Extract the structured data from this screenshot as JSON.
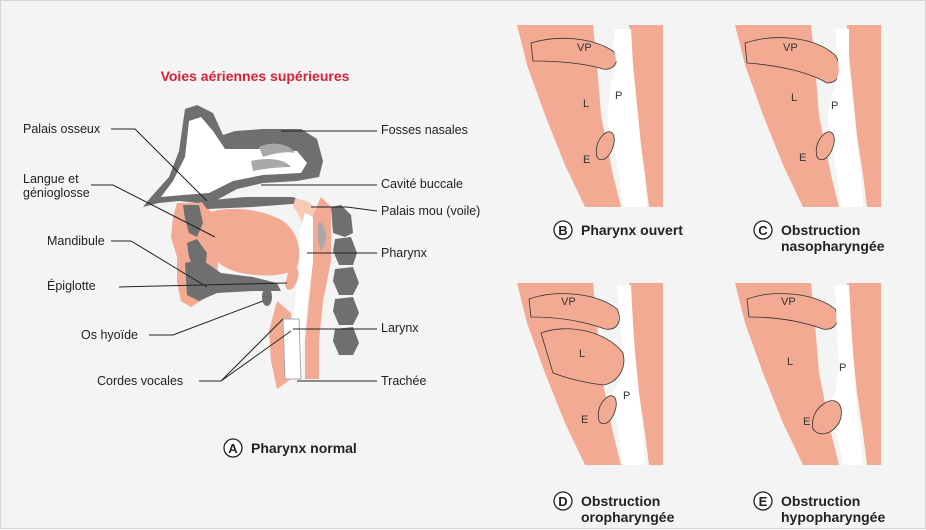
{
  "colors": {
    "tissue": "#f2aa93",
    "tissue_light": "#f7c9b7",
    "bone": "#6f6f6f",
    "bone_light": "#a9a9a9",
    "airway": "#ffffff",
    "title": "#d2233a",
    "background": "#f4f4f4"
  },
  "main_title": "Voies aériennes supérieures",
  "labels_left": [
    "Palais osseux",
    "Langue et",
    "génioglosse",
    "Mandibule",
    "Épiglotte",
    "Os hyoïde",
    "Cordes vocales"
  ],
  "labels_right": [
    "Fosses nasales",
    "Cavité buccale",
    "Palais mou (voile)",
    "Pharynx",
    "Larynx",
    "Trachée"
  ],
  "panels": [
    {
      "letter": "A",
      "caption_1": "Pharynx normal",
      "caption_2": ""
    },
    {
      "letter": "B",
      "caption_1": "Pharynx ouvert",
      "caption_2": ""
    },
    {
      "letter": "C",
      "caption_1": "Obstruction",
      "caption_2": "nasopharyngée"
    },
    {
      "letter": "D",
      "caption_1": "Obstruction",
      "caption_2": "oropharyngée"
    },
    {
      "letter": "E",
      "caption_1": "Obstruction",
      "caption_2": "hypopharyngée"
    }
  ],
  "inset_labels": {
    "vp": "VP",
    "l": "L",
    "p": "P",
    "e": "E"
  }
}
